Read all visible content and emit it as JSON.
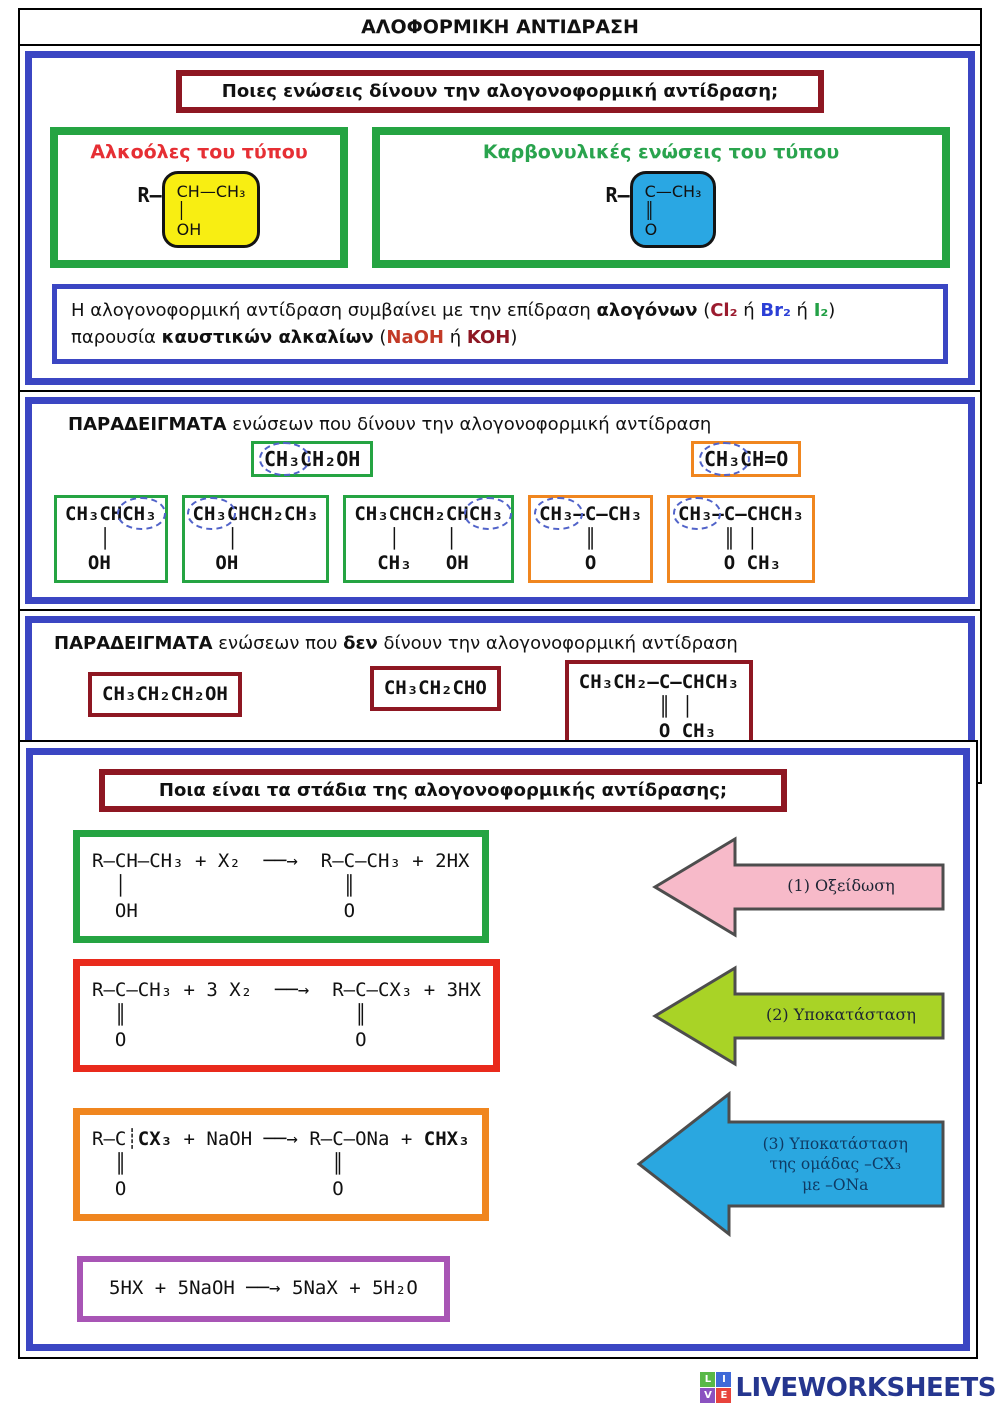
{
  "page_title": "ΑΛΟΦΟΡΜΙΚΗ ΑΝΤΙΔΡΑΣΗ",
  "section1": {
    "question": "Ποιες ενώσεις δίνουν την αλογονοφορμική αντίδραση;",
    "alcohols": {
      "heading": "Αλκοόλες του τύπου",
      "r_prefix": "R—",
      "structure": "CH—CH₃\n│\nOH"
    },
    "carbonyls": {
      "heading": "Καρβονυλικές ενώσεις του τύπου",
      "r_prefix": "R—",
      "structure": "C—CH₃\n║\nO"
    },
    "note_segments": [
      {
        "text": "Η αλογονοφορμική αντίδραση συμβαίνει με την επίδραση ",
        "style": ""
      },
      {
        "text": "αλογόνων",
        "style": "bold"
      },
      {
        "text": " (",
        "style": ""
      },
      {
        "text": "Cl₂",
        "style": "cl"
      },
      {
        "text": " ή ",
        "style": ""
      },
      {
        "text": "Br₂",
        "style": "br"
      },
      {
        "text": " ή ",
        "style": ""
      },
      {
        "text": "I₂",
        "style": "i2"
      },
      {
        "text": ")",
        "style": ""
      },
      {
        "text": "\n",
        "style": ""
      },
      {
        "text": "παρουσία ",
        "style": ""
      },
      {
        "text": "καυστικών αλκαλίων",
        "style": "bold"
      },
      {
        "text": " (",
        "style": ""
      },
      {
        "text": "NaOH",
        "style": "naoh"
      },
      {
        "text": " ή ",
        "style": ""
      },
      {
        "text": "KOH",
        "style": "koh"
      },
      {
        "text": ")",
        "style": ""
      }
    ]
  },
  "section2": {
    "heading_segments": [
      {
        "text": "ΠΑΡΑΔΕΙΓΜΑΤΑ",
        "style": "bold"
      },
      {
        "text": " ενώσεων που δίνουν την αλογονοφορμική αντίδραση",
        "style": ""
      }
    ],
    "examples_top": [
      {
        "formula": "CH₃CH₂OH",
        "circled": {
          "group": "CH₃",
          "start": 0,
          "len": 3
        }
      },
      {
        "formula": "CH₃CH=O",
        "circled": {
          "group": "CH₃",
          "start": 0,
          "len": 3
        }
      }
    ],
    "examples_bottom": [
      {
        "formula": "CH₃CHCH₃\n   │\n  OH",
        "circled": {
          "group": "CH₃",
          "start": 5,
          "len": 3
        }
      },
      {
        "formula": "CH₃CHCH₂CH₃\n   │\n  OH",
        "circled": {
          "group": "CH₃",
          "start": 0,
          "len": 3
        }
      },
      {
        "formula": "CH₃CHCH₂CHCH₃\n   │    │\n  CH₃   OH",
        "circled": {
          "group": "CH₃",
          "start": 10,
          "len": 3
        }
      },
      {
        "formula": "CH₃—C—CH₃\n    ║\n    O",
        "circled": {
          "group": "CH₃",
          "start": 0,
          "len": 3
        }
      },
      {
        "formula": "CH₃—C—CHCH₃\n    ║ │\n    O CH₃",
        "circled": {
          "group": "CH₃",
          "start": 0,
          "len": 3
        }
      }
    ]
  },
  "section3": {
    "heading_segments": [
      {
        "text": "ΠΑΡΑΔΕΙΓΜΑΤΑ",
        "style": "bold"
      },
      {
        "text": " ενώσεων που ",
        "style": ""
      },
      {
        "text": "δεν",
        "style": "bold"
      },
      {
        "text": "  δίνουν την αλογονοφορμική αντίδραση",
        "style": ""
      }
    ],
    "examples": [
      {
        "formula": "CH₃CH₂CH₂OH"
      },
      {
        "formula": "CH₃CH₂CHO"
      },
      {
        "formula": "CH₃CH₂—C—CHCH₃\n       ║ │\n       O CH₃"
      }
    ]
  },
  "section4": {
    "question": "Ποια είναι τα στάδια της αλογονοφορμικής αντίδρασης;",
    "reactions": [
      {
        "formula": "R—CH—CH₃ + X₂  ──→  R—C—CH₃ + 2HX\n  │                   ║\n  OH                  O"
      },
      {
        "formula": "R—C—CH₃ + 3 X₂  ──→  R—C—CX₃ + 3HX\n  ║                    ║\n  O                    O"
      },
      {
        "formula": "R—C┊*CX₃* + NaOH ──→ R—C—ONa + *CHX₃*\n  ║                  ║\n  O                  O"
      },
      {
        "formula": "5HX + 5NaOH ──→ 5NaX + 5H₂O"
      }
    ],
    "arrows": [
      {
        "label1": "(1) Οξείδωση",
        "label2": "",
        "label3": "",
        "color": "#f7bac9"
      },
      {
        "label1": "(2) Υποκατάσταση",
        "label2": "",
        "label3": "",
        "color": "#a9d326"
      },
      {
        "label1": "(3) Υποκατάσταση",
        "label2": "της ομάδας –CX₃",
        "label3": "με –ONa",
        "color": "#2aa7e0"
      }
    ]
  },
  "footer": {
    "logo_text": "LIVEWORKSHEETS",
    "logo_tiles": [
      "L",
      "I",
      "V",
      "E"
    ]
  }
}
